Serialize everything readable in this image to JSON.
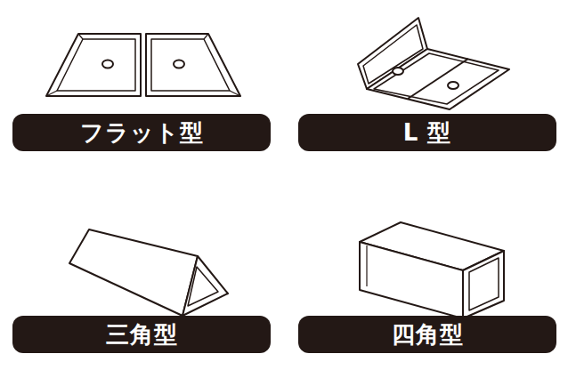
{
  "diagram": {
    "nodes": [
      {
        "text": [
          "フラット型"
        ]
      },
      {
        "text": [
          "L 型"
        ]
      },
      {
        "text": [
          "三角型"
        ]
      },
      {
        "text": [
          "四角型"
        ]
      }
    ]
  }
}
